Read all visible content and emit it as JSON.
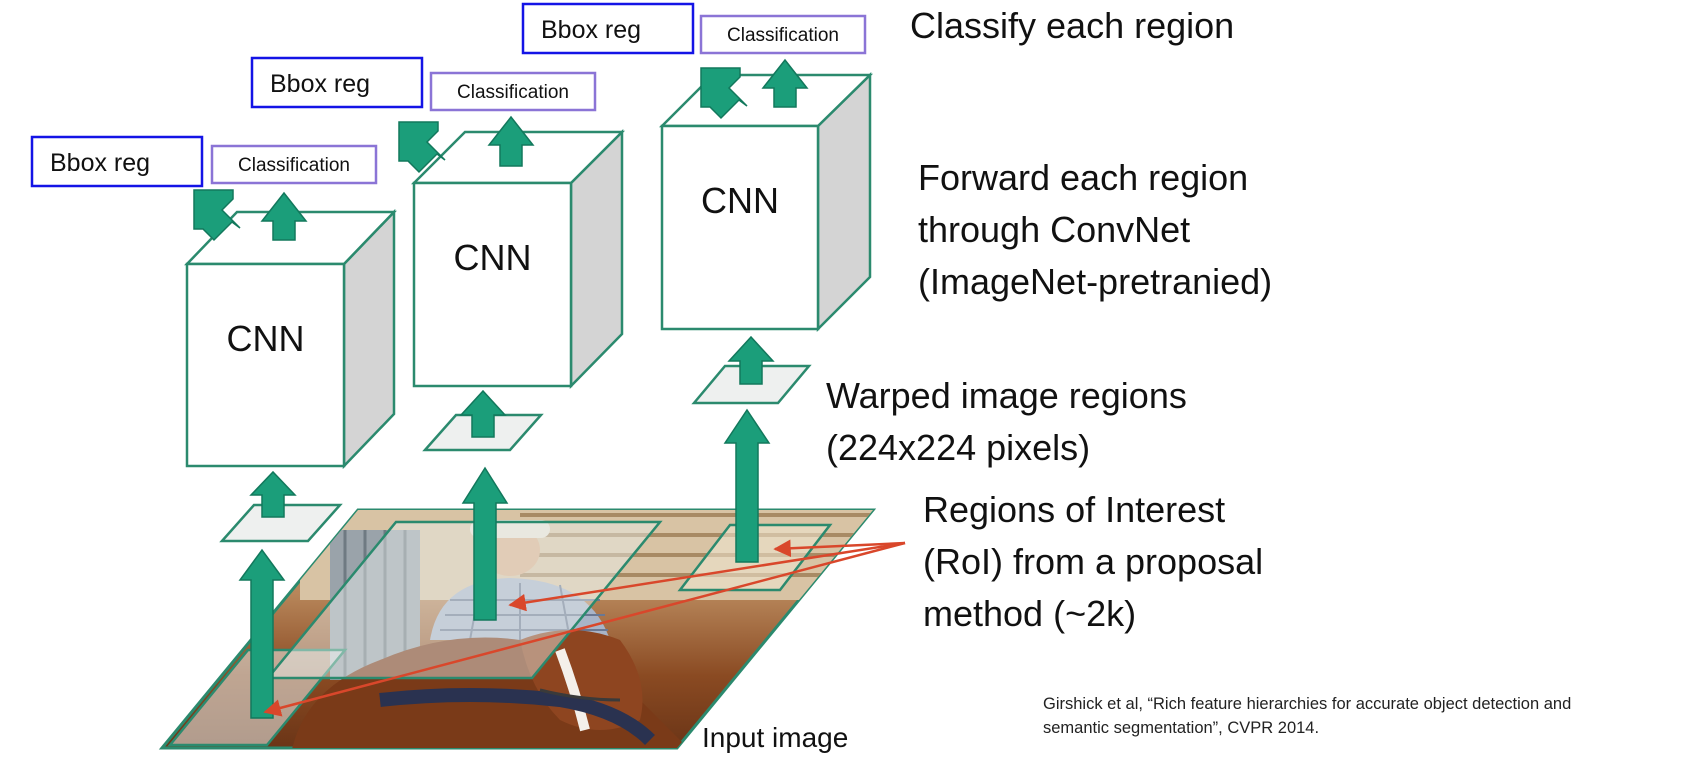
{
  "labels": {
    "cnn": "CNN",
    "bbox": "Bbox reg",
    "classification": "Classification",
    "input_image": "Input image"
  },
  "annotations": {
    "classify": "Classify each region",
    "forward": [
      "Forward each region",
      "through ConvNet",
      "(ImageNet-pretranied)"
    ],
    "warped": [
      "Warped image regions",
      "(224x224 pixels)"
    ],
    "rois": [
      "Regions of Interest",
      "(RoI) from a proposal",
      "method (~2k)"
    ]
  },
  "citation": [
    "Girshick et al, “Rich feature hierarchies for accurate object detection and",
    "semantic segmentation”, CVPR 2014."
  ],
  "colors": {
    "arrow": "#1b9e7a",
    "outline": "#2b8a6e",
    "bbox_border": "#1414e6",
    "cls_border": "#8b74d6",
    "pointer": "#d9472b",
    "side_face": "#d4d4d4"
  },
  "icons": {
    "input_photo": "horse-and-rider-photo"
  }
}
